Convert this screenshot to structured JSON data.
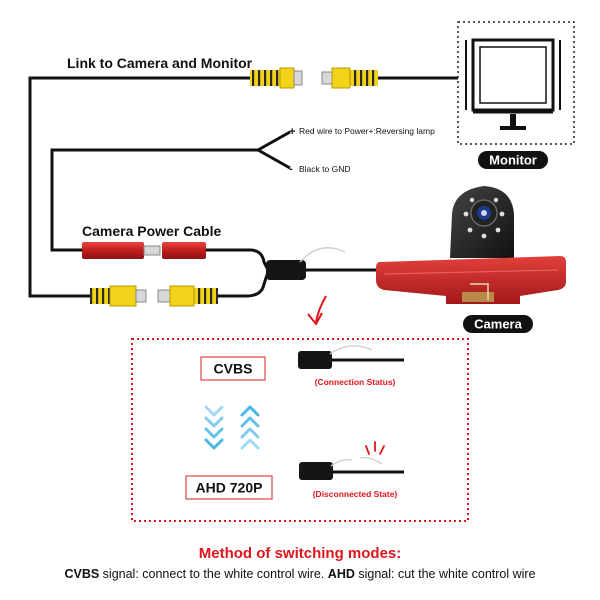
{
  "labels": {
    "link_cable": "Link to Camera and Monitor",
    "red_wire": "Red wire to Power+:Reversing lamp",
    "black_wire": "Black to GND",
    "plus_sign": "+",
    "minus_sign": "-",
    "power_cable": "Camera Power Cable",
    "monitor": "Monitor",
    "camera": "Camera"
  },
  "modes": {
    "cvbs_label": "CVBS",
    "cvbs_status": "(Connection Status)",
    "ahd_label": "AHD 720P",
    "ahd_status": "(Disconnected State)"
  },
  "method": {
    "title": "Method of switching modes:",
    "cvbs_term": "CVBS",
    "cvbs_text": " signal: connect to the white control wire. ",
    "ahd_term": "AHD",
    "ahd_text": " signal: cut the white control wire"
  },
  "colors": {
    "accent_red": "#e0141c",
    "rca_yellow": "#f3d21a",
    "camera_red": "#c8262a",
    "arrow_blue": "#48b6e8",
    "wire_black": "#111111"
  }
}
